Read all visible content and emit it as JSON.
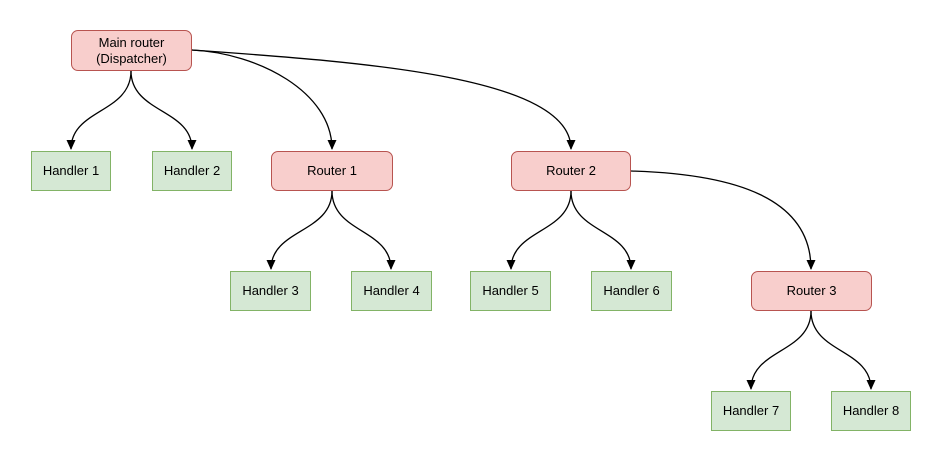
{
  "nodes": {
    "main_router": {
      "label": "Main router\n(Dispatcher)",
      "type": "router"
    },
    "handler_1": {
      "label": "Handler 1",
      "type": "handler"
    },
    "handler_2": {
      "label": "Handler 2",
      "type": "handler"
    },
    "router_1": {
      "label": "Router 1",
      "type": "router"
    },
    "router_2": {
      "label": "Router 2",
      "type": "router"
    },
    "handler_3": {
      "label": "Handler 3",
      "type": "handler"
    },
    "handler_4": {
      "label": "Handler 4",
      "type": "handler"
    },
    "handler_5": {
      "label": "Handler 5",
      "type": "handler"
    },
    "handler_6": {
      "label": "Handler 6",
      "type": "handler"
    },
    "router_3": {
      "label": "Router 3",
      "type": "router"
    },
    "handler_7": {
      "label": "Handler 7",
      "type": "handler"
    },
    "handler_8": {
      "label": "Handler 8",
      "type": "handler"
    }
  },
  "edges": [
    {
      "from": "main_router",
      "to": "handler_1"
    },
    {
      "from": "main_router",
      "to": "handler_2"
    },
    {
      "from": "main_router",
      "to": "router_1"
    },
    {
      "from": "main_router",
      "to": "router_2"
    },
    {
      "from": "router_1",
      "to": "handler_3"
    },
    {
      "from": "router_1",
      "to": "handler_4"
    },
    {
      "from": "router_2",
      "to": "handler_5"
    },
    {
      "from": "router_2",
      "to": "handler_6"
    },
    {
      "from": "router_2",
      "to": "router_3"
    },
    {
      "from": "router_3",
      "to": "handler_7"
    },
    {
      "from": "router_3",
      "to": "handler_8"
    }
  ],
  "colors": {
    "router_fill": "#f8cecc",
    "router_border": "#b85450",
    "handler_fill": "#d5e8d4",
    "handler_border": "#82b366",
    "edge": "#000000",
    "text": "#000000",
    "background": "#ffffff"
  }
}
